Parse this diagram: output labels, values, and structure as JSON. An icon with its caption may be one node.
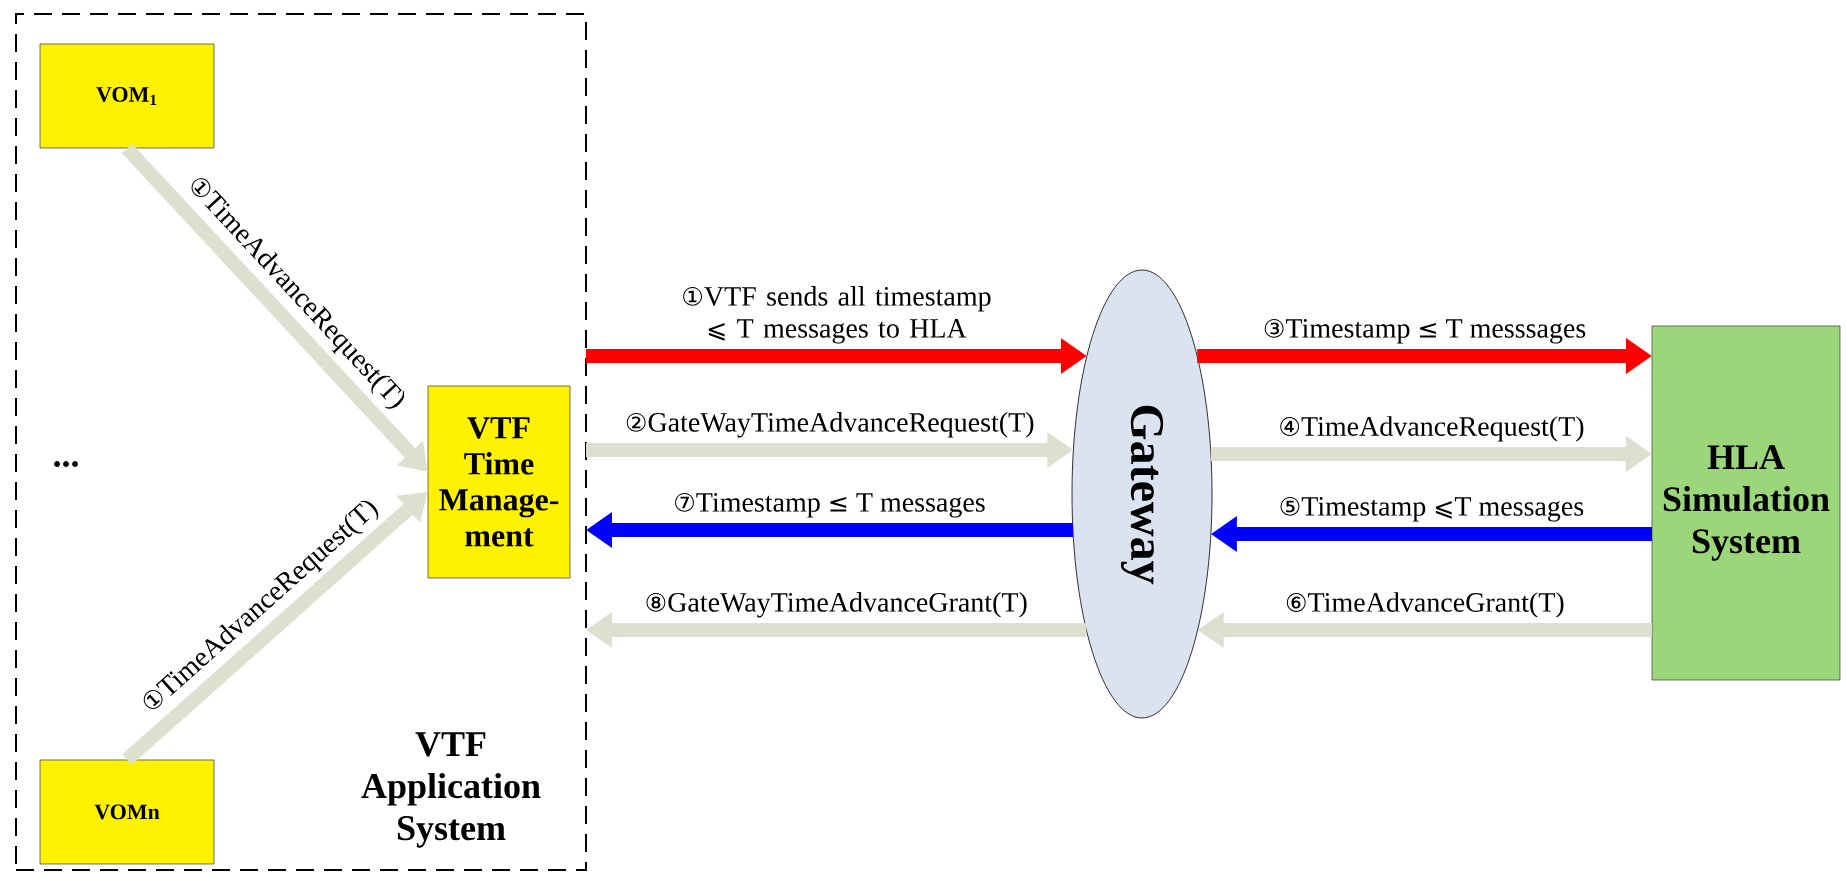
{
  "diagram": {
    "nodes": [
      {
        "text": [
          "VTF Application System"
        ]
      },
      {
        "text": [
          "VOM$_{1}$"
        ],
        "in": 0
      },
      {
        "text": [
          "VTF Time Manage-ment"
        ],
        "in": 0
      },
      {
        "text": [
          "VOMn"
        ],
        "in": 0
      },
      {
        "text": [
          "Gateway"
        ]
      },
      {
        "text": [
          "HLA Simulation System"
        ]
      }
    ],
    "edges": [
      {
        "from": 1,
        "to": 2,
        "arrow": "to",
        "label": "①TimeAdvanceRequest(T)"
      },
      {
        "from": 3,
        "to": 2,
        "arrow": "to",
        "label": "①TimeAdvanceRequest(T)"
      },
      {
        "from": 0,
        "to": 4,
        "arrow": "to",
        "label": "①VTF sends all timestamp ⩽ T messages to HLA",
        "color": "#ff0000"
      },
      {
        "from": 0,
        "to": 4,
        "arrow": "to",
        "label": "②GateWayTimeAdvanceRequest(T)"
      },
      {
        "from": 4,
        "to": 0,
        "arrow": "to",
        "label": "⑦Timestamp ≤ T messages",
        "color": "#0000ff"
      },
      {
        "from": 4,
        "to": 0,
        "arrow": "to",
        "label": "⑧GateWayTimeAdvanceGrant(T)"
      },
      {
        "from": 4,
        "to": 5,
        "arrow": "to",
        "label": "③Timestamp ≤ T messsages",
        "color": "#ff0000"
      },
      {
        "from": 4,
        "to": 5,
        "arrow": "to",
        "label": "④TimeAdvanceRequest(T)"
      },
      {
        "from": 5,
        "to": 4,
        "arrow": "to",
        "label": "⑤Timestamp ⩽T messages",
        "color": "#0000ff"
      },
      {
        "from": 5,
        "to": 4,
        "arrow": "to",
        "label": "⑥TimeAdvanceGrant(T)"
      }
    ],
    "labels": [
      "..."
    ]
  }
}
